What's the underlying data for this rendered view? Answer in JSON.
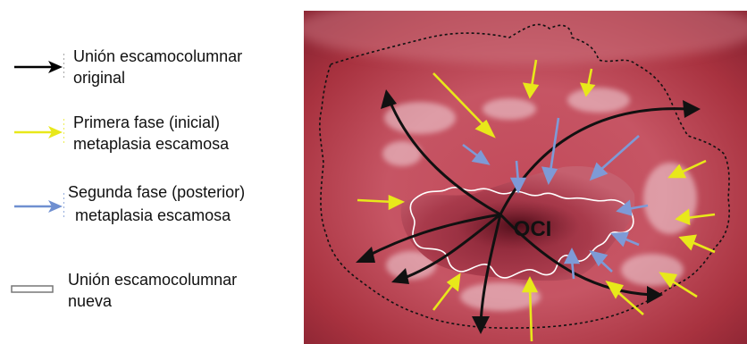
{
  "legend": {
    "items": [
      {
        "line1": "Unión escamocolumnar",
        "line2": "original",
        "icon": "black-arrow-icon",
        "color": "#000000"
      },
      {
        "line1": "Primera fase (inicial)",
        "line2": "metaplasia escamosa",
        "icon": "yellow-arrow-icon",
        "color": "#e8e81a"
      },
      {
        "line1": "Segunda fase (posterior)",
        "line2": "metaplasia escamosa",
        "icon": "blue-arrow-icon",
        "color": "#6f8fd0"
      },
      {
        "line1": "Unión escamocolumnar",
        "line2": "nueva",
        "icon": "white-line-icon",
        "color": "#ffffff"
      }
    ]
  },
  "diagram": {
    "center_label": "OCI",
    "colors": {
      "tissue_base": "#b8404f",
      "tissue_light": "#d9707d",
      "tissue_dark": "#7a1f2e",
      "new_scj": "#ffffff",
      "original_scj": "#000000"
    }
  }
}
